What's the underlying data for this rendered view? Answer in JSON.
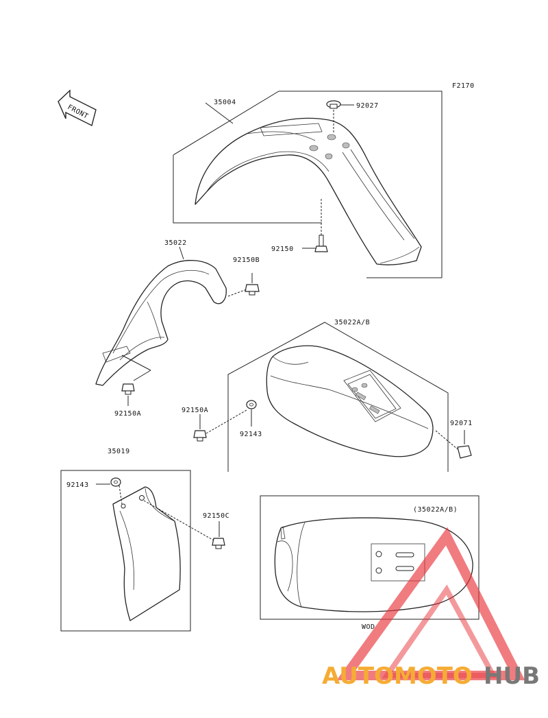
{
  "figure_code": "F2170",
  "front_label": "FRONT",
  "parts": {
    "p35004": "35004",
    "p92027": "92027",
    "p92150": "92150",
    "p35022": "35022",
    "p92150B": "92150B",
    "p92150A_a": "92150A",
    "p35022AB": "35022A/B",
    "p92150A_b": "92150A",
    "p92143_a": "92143",
    "p92071": "92071",
    "p35019": "35019",
    "p92143_b": "92143",
    "p92150C": "92150C"
  },
  "inset": {
    "caption": "(35022A/B)",
    "sub": "WOD"
  },
  "watermark": {
    "brand_orange": "AUTOMOTO",
    "brand_gray": "HUB",
    "color_orange": "#f5a623",
    "color_gray": "#6d6d6d",
    "color_red": "#e8353a"
  }
}
